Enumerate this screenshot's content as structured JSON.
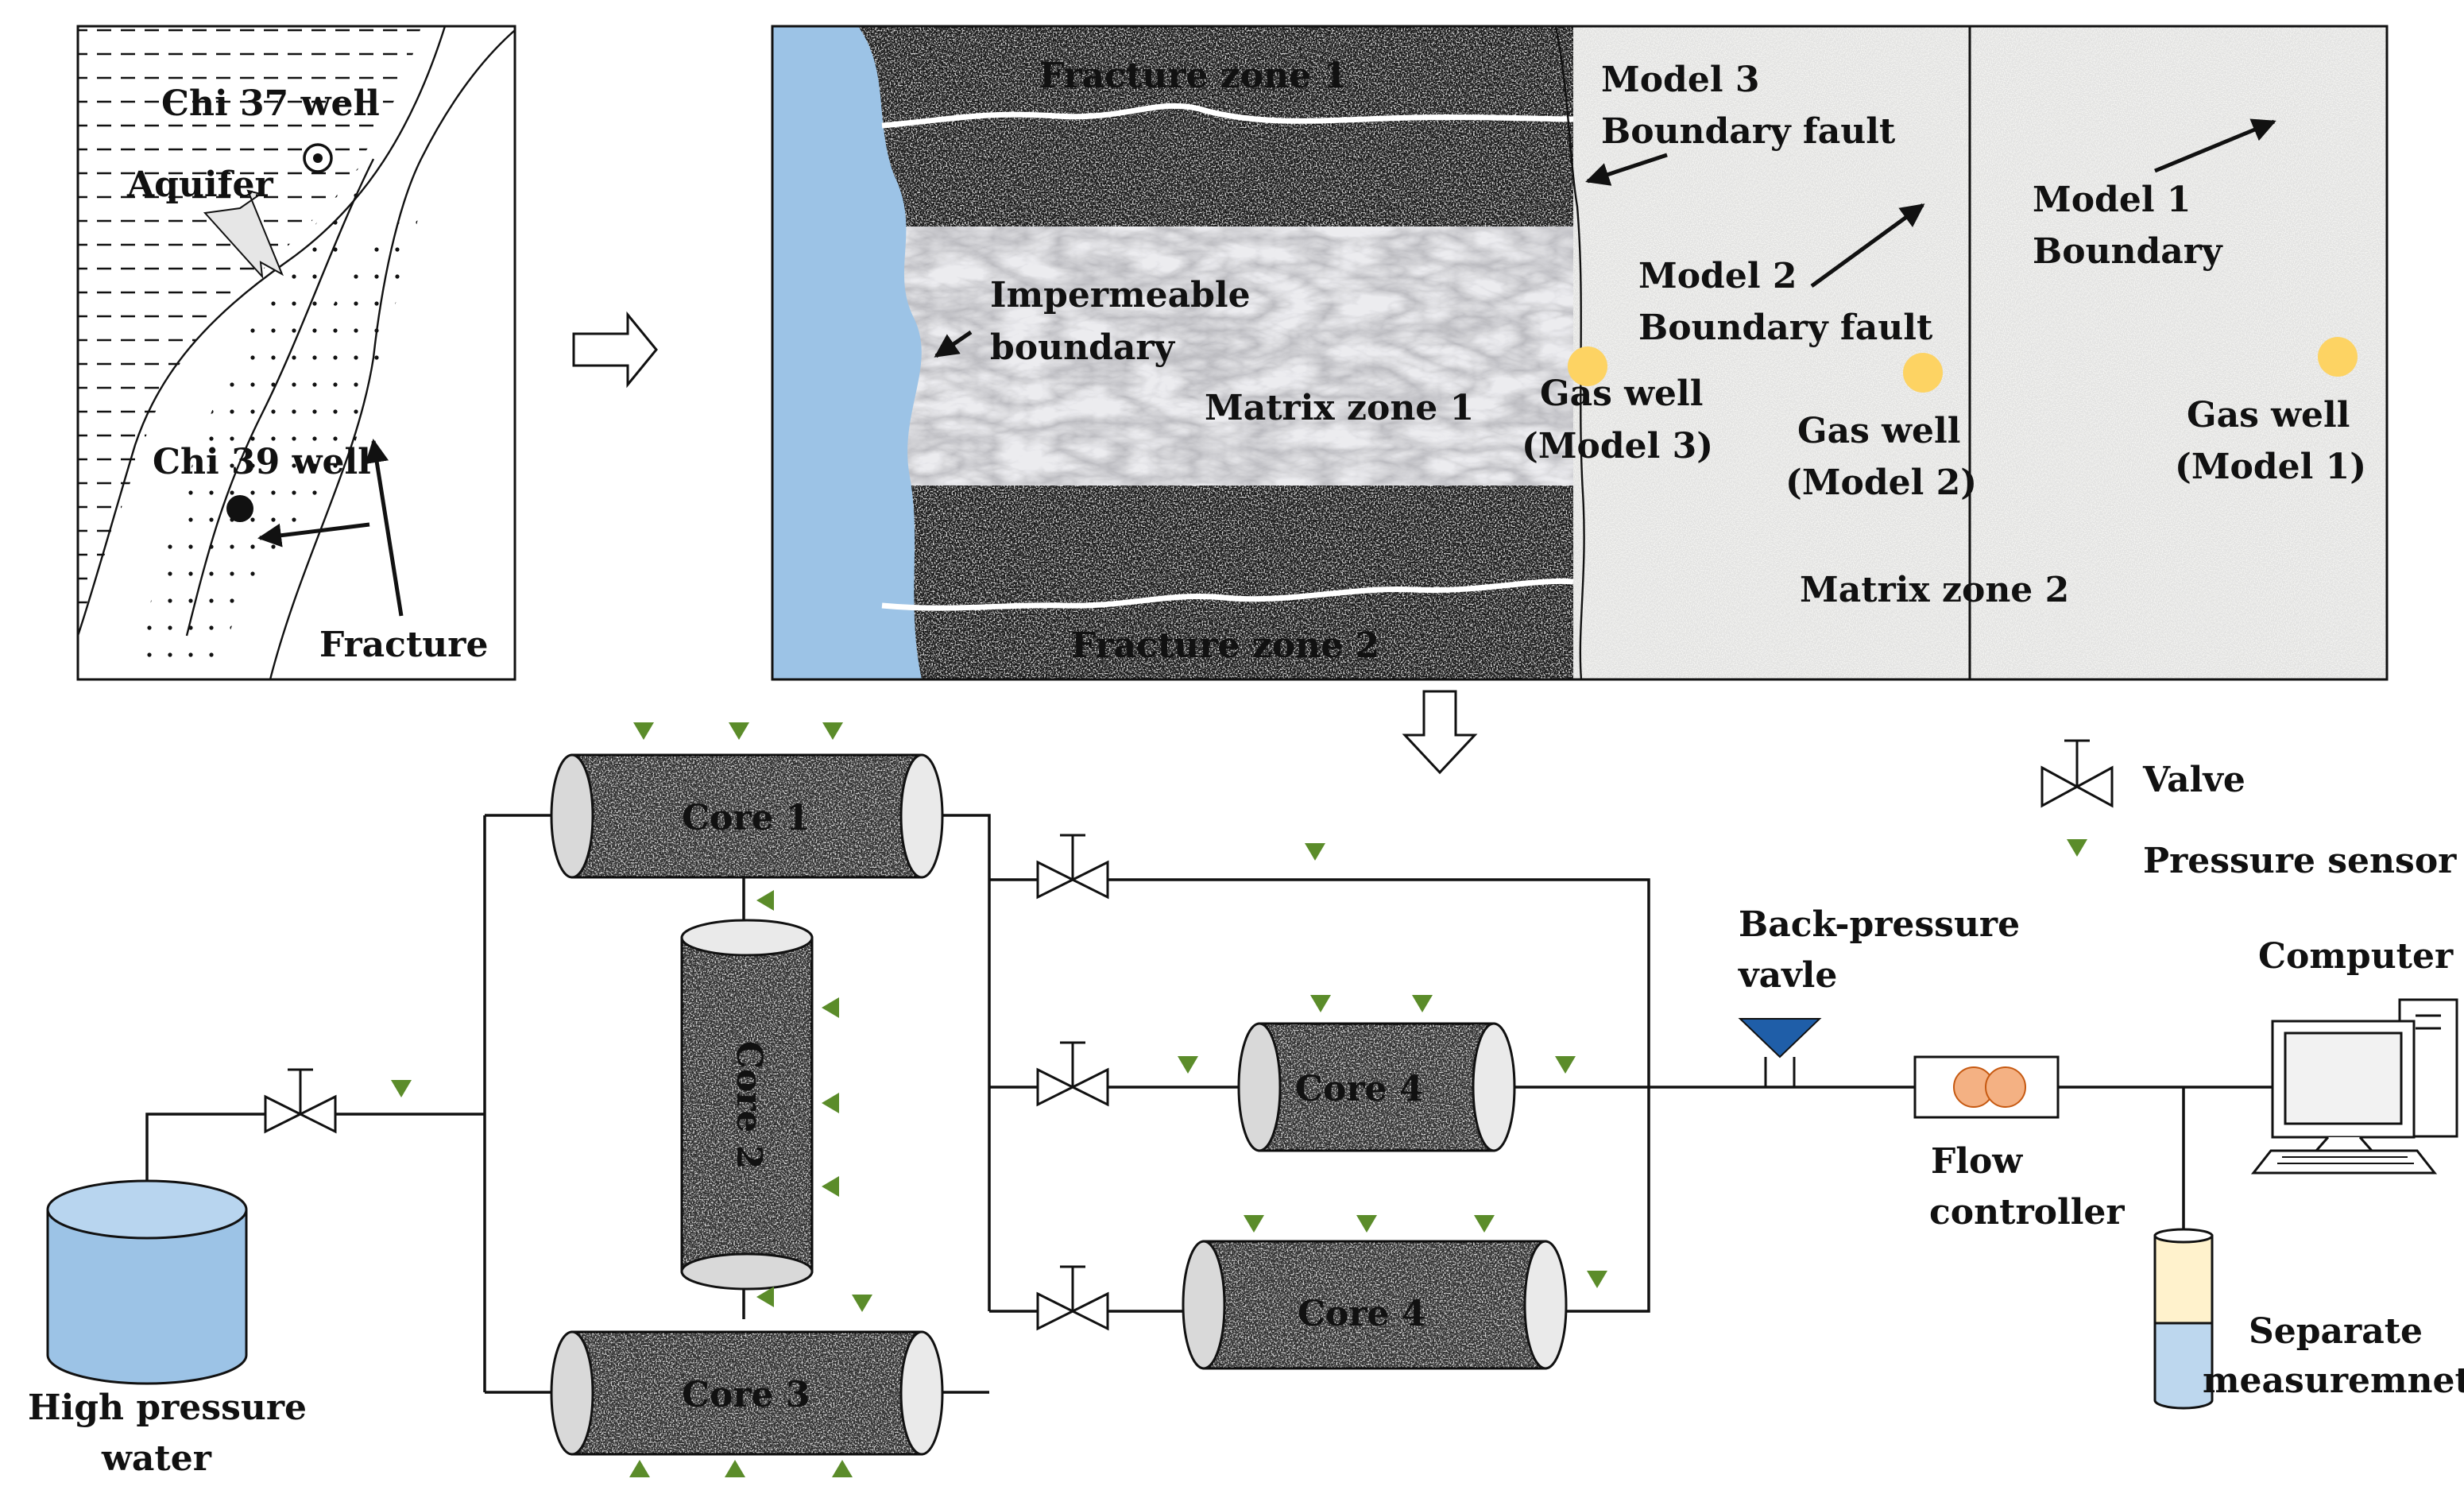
{
  "geology_map": {
    "well_chi37": "Chi 37 well",
    "aquifer": "Aquifer",
    "well_chi39": "Chi 39 well",
    "fracture": "Fracture"
  },
  "reservoir_model": {
    "fracture_zone_1": "Fracture zone 1",
    "fracture_zone_2": "Fracture zone 2",
    "model3_boundary_fault": [
      "Model 3",
      "Boundary  fault"
    ],
    "model2_boundary_fault": [
      "Model 2",
      "Boundary  fault"
    ],
    "model1_boundary": [
      "Model 1",
      "Boundary"
    ],
    "impermeable_boundary": [
      "Impermeable",
      "boundary"
    ],
    "matrix_zone_1": "Matrix  zone  1",
    "matrix_zone_2": "Matrix  zone  2",
    "gas_well_model3": [
      "Gas  well",
      "(Model  3)"
    ],
    "gas_well_model2": [
      "Gas  well",
      "(Model  2)"
    ],
    "gas_well_model1": [
      "Gas  well",
      "(Model  1)"
    ]
  },
  "apparatus": {
    "core_1": "Core 1",
    "core_2": "Core 2",
    "core_3": "Core 3",
    "core_4_middle": "Core 4",
    "core_4_lower": "Core 4",
    "water_source": [
      "High  pressure",
      "water"
    ],
    "back_pressure_valve": [
      "Back-pressure",
      "vavle"
    ],
    "flow_controller": [
      "Flow",
      "controller"
    ],
    "computer": "Computer",
    "separate_measurement": [
      "Separate",
      "measuremnet"
    ]
  },
  "legend": {
    "valve": "Valve",
    "pressure_sensor": "Pressure  sensor"
  },
  "colors": {
    "water_blue": "#9cc3e6",
    "gas_well_yellow": "#fdd363",
    "sensor_green": "#5b8c2a",
    "bp_valve_blue": "#1f5ea8",
    "flow_orange": "#f4b183"
  }
}
